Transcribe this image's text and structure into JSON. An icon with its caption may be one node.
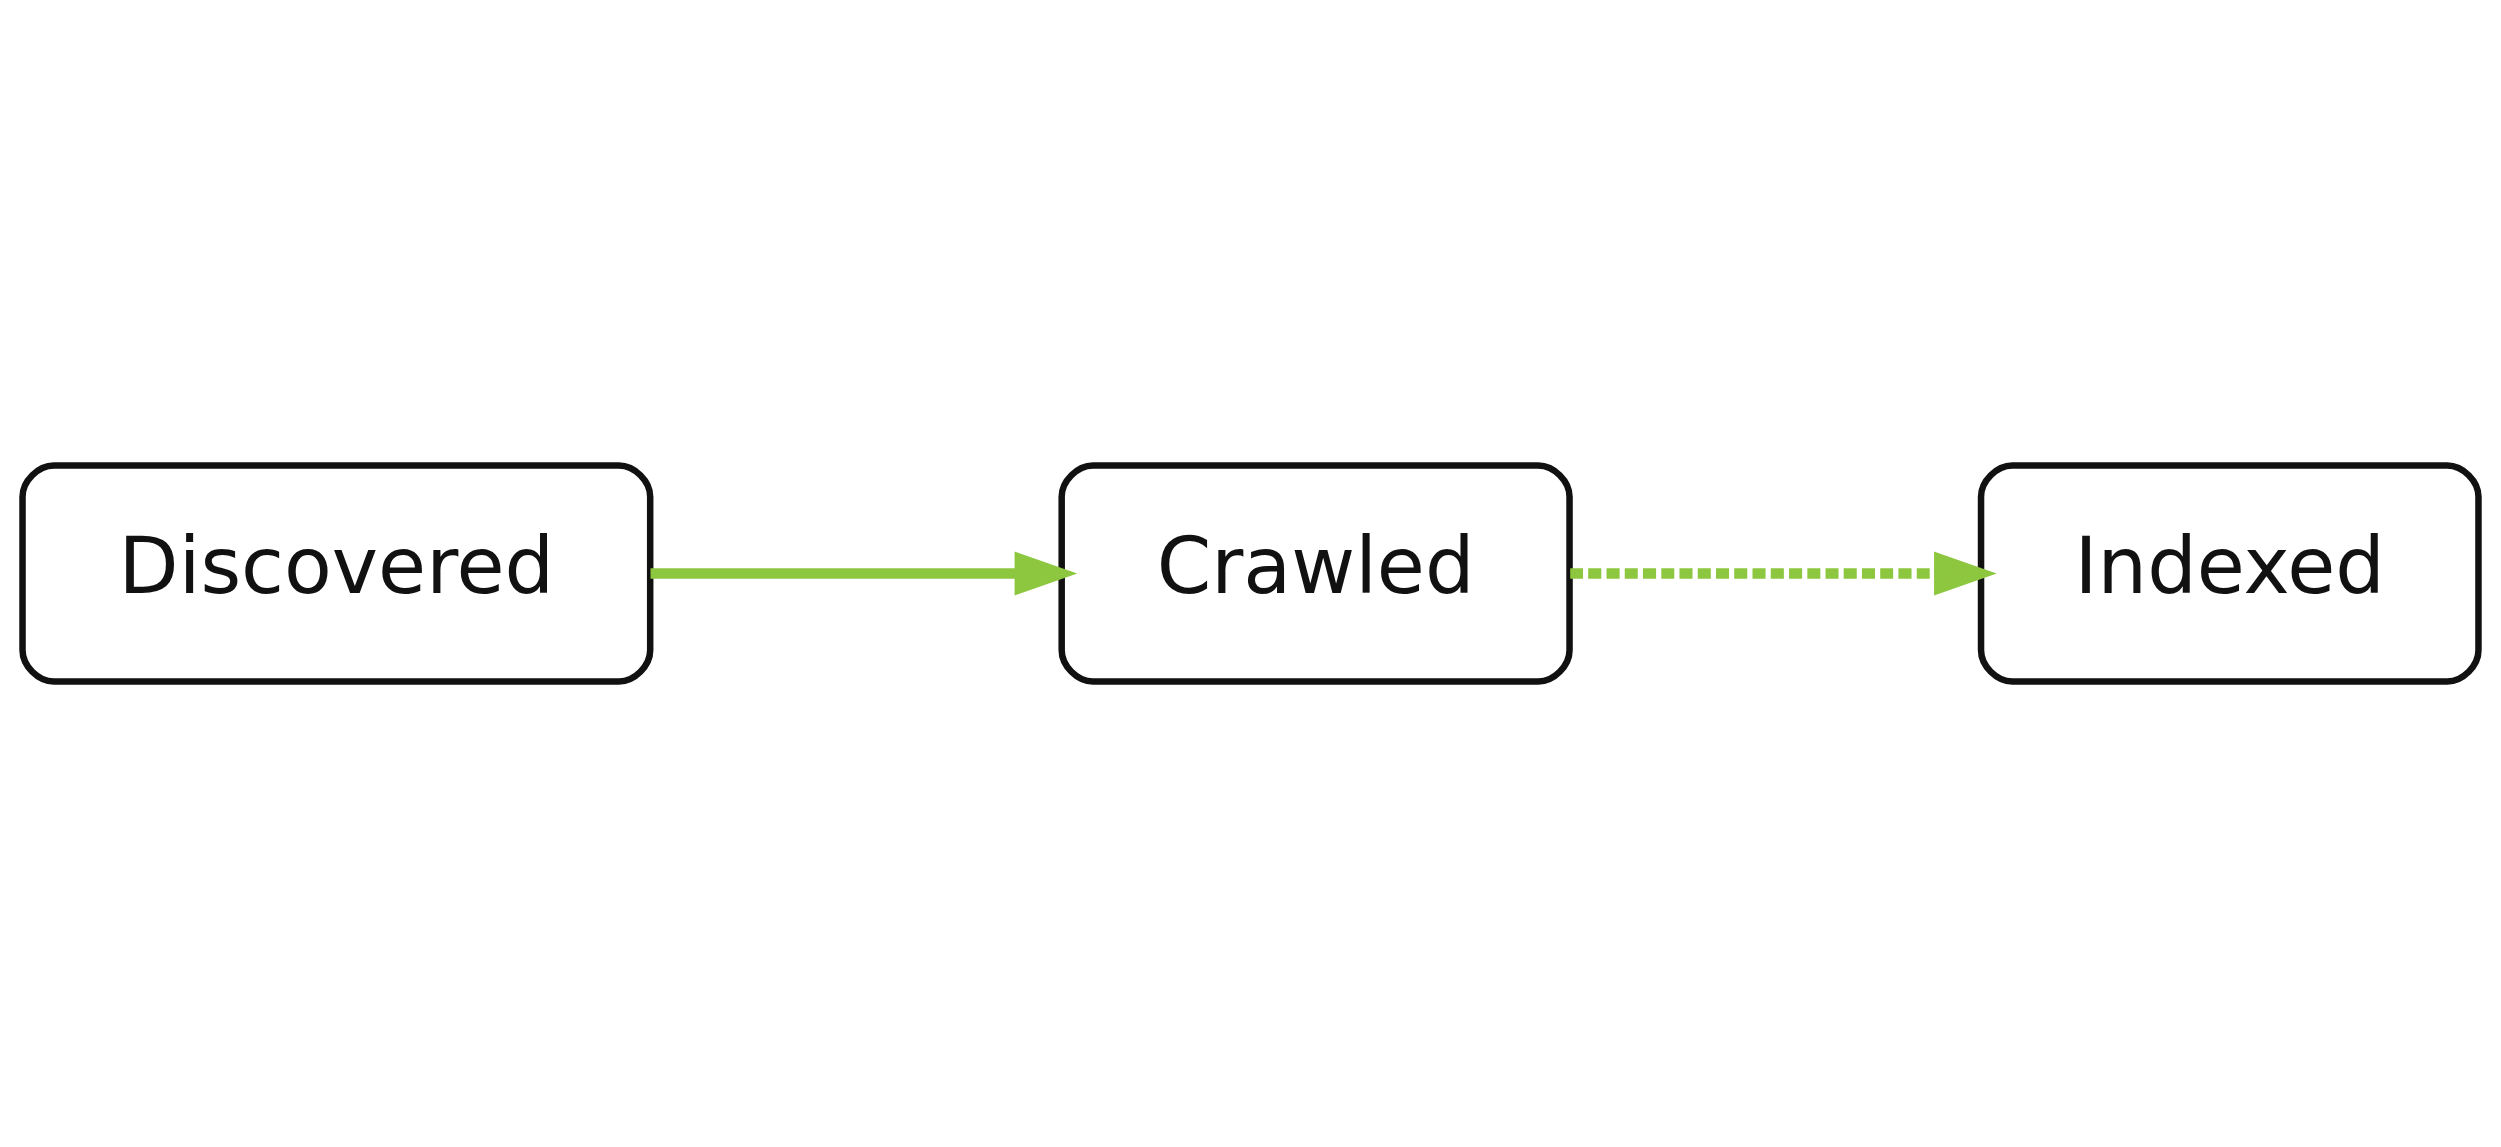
{
  "diagram": {
    "nodes": [
      {
        "text": [
          "Discovered"
        ]
      },
      {
        "text": [
          "Crawled"
        ]
      },
      {
        "text": [
          "Indexed"
        ]
      }
    ],
    "edges": [
      {
        "from": 0,
        "to": 1,
        "arrow": "to"
      },
      {
        "from": 1,
        "to": 2,
        "arrow": "to",
        "style": "dashed"
      }
    ]
  }
}
